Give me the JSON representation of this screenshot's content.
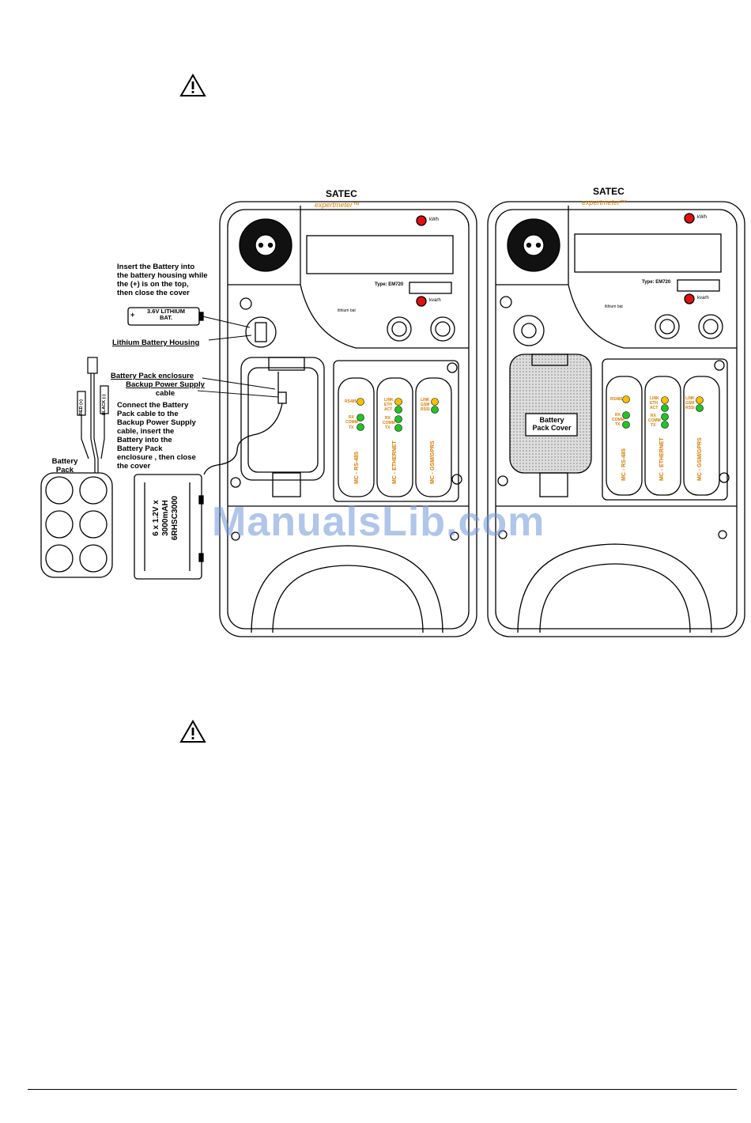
{
  "brand": "SATEC",
  "product": "expertmeter™",
  "meter_type": "Type: EM720",
  "kwh_label": "kWh",
  "kvarh_label": "kvarh",
  "lithium_label": "lithium bat",
  "labels": {
    "insert_battery": [
      "Insert the Battery into",
      "the battery housing while",
      "the (+) is on the top,",
      "then close the cover"
    ],
    "battery_text": [
      "3.6V LITHIUM",
      "BAT."
    ],
    "lithium_housing": "Lithium Battery Housing",
    "pack_enclosure": "Battery Pack enclosure",
    "backup_cable": [
      "Backup Power Supply",
      "cable"
    ],
    "connect_instructions": [
      "Connect the Battery",
      "Pack cable to the",
      "Backup Power Supply",
      "cable, insert the",
      "Battery into the",
      "Battery Pack",
      "enclosure , then close",
      "the cover"
    ],
    "battery_pack": [
      "Battery",
      "Pack"
    ],
    "pack_spec": [
      "6 x 1.2V x",
      "3000mAH",
      "6RHSC3000"
    ],
    "wire_red": "RED (+)",
    "wire_black": "BLACK (-)",
    "pack_cover": [
      "Battery",
      "Pack Cover"
    ]
  },
  "modules": [
    {
      "name": "MC - RS-485",
      "leds": [
        "RS485",
        "RX",
        "COMM",
        "TX"
      ]
    },
    {
      "name": "MC - ETHERNET",
      "leds": [
        "LINK",
        "ETH",
        "ACT",
        "RX",
        "COMM",
        "TX"
      ]
    },
    {
      "name": "MC - GSM/GPRS",
      "leds": [
        "LINK",
        "GSM",
        "RSSI"
      ]
    }
  ],
  "watermark": "ManualsLib.com",
  "colors": {
    "led_yellow": "#f5c000",
    "led_green": "#22c322",
    "led_red": "#e01010",
    "module_text": "#d97a00",
    "watermark": "#6e96d7"
  }
}
